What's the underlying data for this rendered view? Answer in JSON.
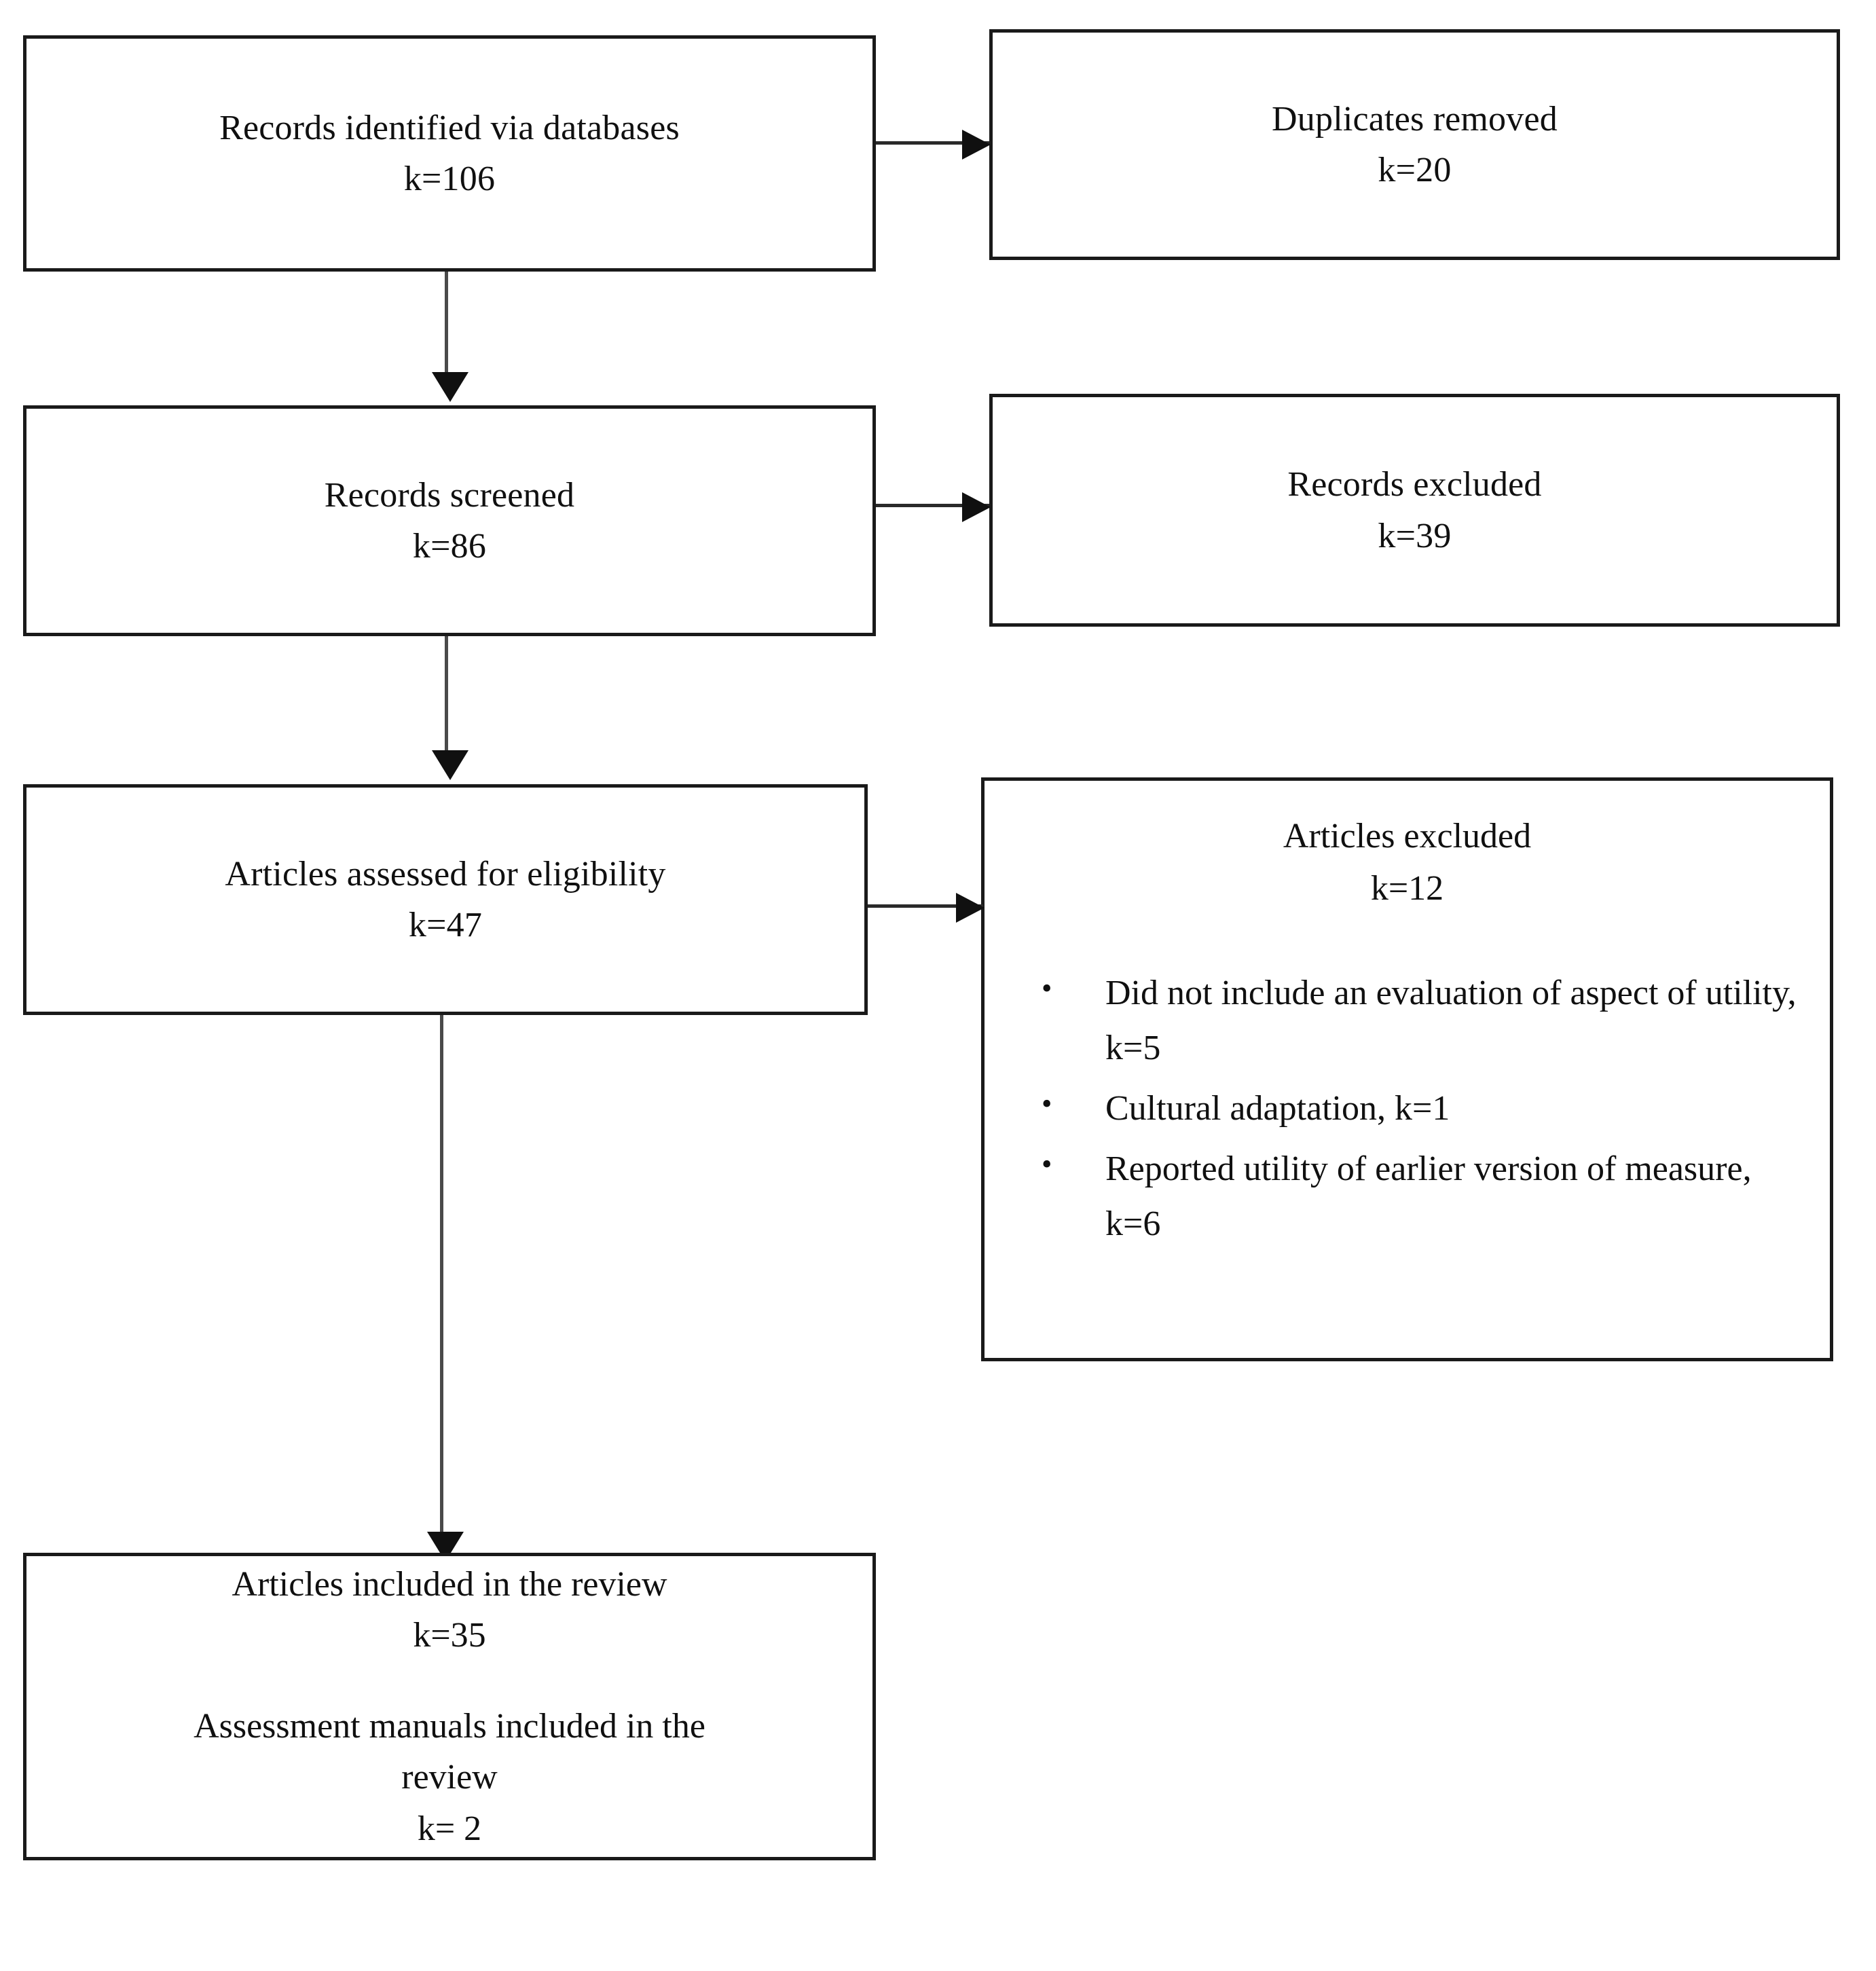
{
  "diagram": {
    "title": "PRISMA study selection flow diagram",
    "boxes": [
      {
        "id": "records-identified",
        "text": "Records identified via databases\nk=106"
      },
      {
        "id": "duplicates-removed",
        "text": "Duplicates removed\nk=20"
      },
      {
        "id": "records-screened",
        "text": "Records screened\nk=86"
      },
      {
        "id": "records-excluded",
        "text": "Records excluded\nk=39"
      },
      {
        "id": "articles-assessed",
        "text": "Articles assessed for eligibility\nk=47"
      },
      {
        "id": "articles-excluded",
        "heading": "Articles excluded\nk=12",
        "bullet_glyph": "•",
        "bullets": [
          "Did not include an evaluation of aspect of utility, k=5",
          "Cultural adaptation, k=1",
          "Reported utility of earlier version of measure, k=6"
        ]
      },
      {
        "id": "articles-included",
        "line1": "Articles included in the review",
        "line2": "k=35",
        "line3": "Assessment manuals included in the",
        "line4": "review",
        "line5": "k= 2"
      }
    ],
    "arrows": [
      {
        "id": "identified-to-duplicates",
        "direction": "right"
      },
      {
        "id": "identified-to-screened",
        "direction": "down"
      },
      {
        "id": "screened-to-excluded",
        "direction": "right"
      },
      {
        "id": "screened-to-assessed",
        "direction": "down"
      },
      {
        "id": "assessed-to-articles-excluded",
        "direction": "right"
      },
      {
        "id": "assessed-to-included",
        "direction": "down"
      }
    ],
    "colors": {
      "border": "#1a1a1a",
      "text": "#101010",
      "background": "#ffffff",
      "arrow": "#2a2a2a"
    }
  }
}
